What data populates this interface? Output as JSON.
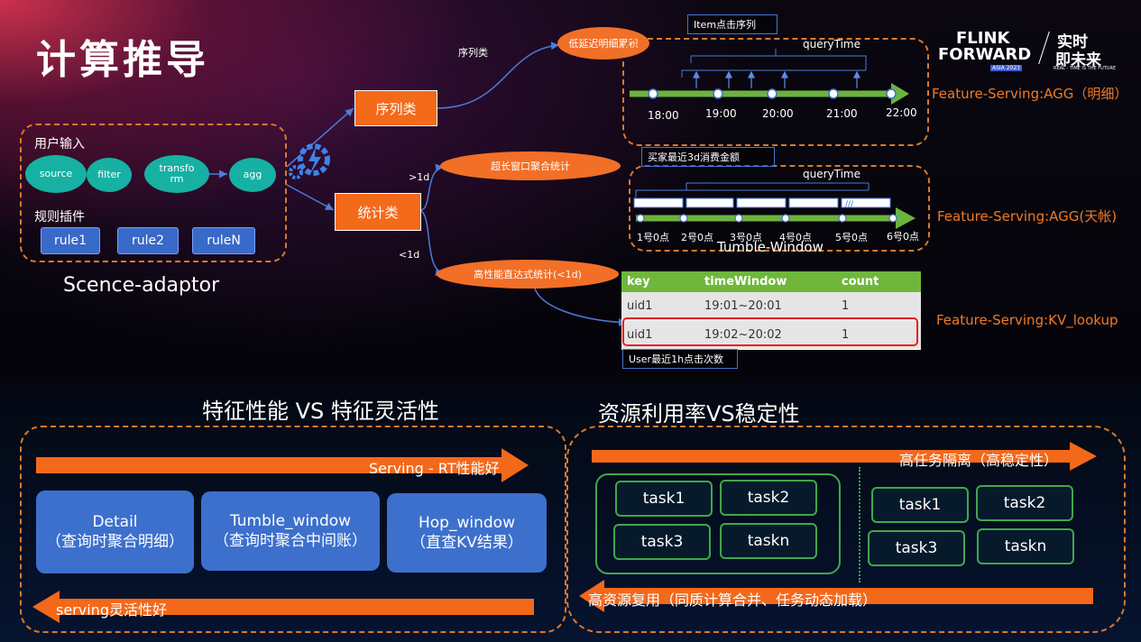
{
  "title": "计算推导",
  "logo": {
    "line1": "FLINK",
    "line2": "FORWARD",
    "asia": "ASIA 2023",
    "right1": "实时",
    "right2": "即未来",
    "tagline": "REAL - TIME IS THE FUTURE"
  },
  "adaptor": {
    "user_input": "用户输入",
    "nodes": [
      "source",
      "filter",
      "transform",
      "agg"
    ],
    "plugin_label": "规则插件",
    "rules": [
      "rule1",
      "rule2",
      "ruleN"
    ],
    "caption": "Scence-adaptor"
  },
  "branch": {
    "seq_btn": "序列类",
    "stat_btn": "统计类",
    "seq_edge": "序列类",
    "gt1d": ">1d",
    "lt1d": "<1d",
    "cloud_low": "低延迟明细累积",
    "cloud_long": "超长窗口聚合统计",
    "cloud_fast": "高性能直达式统计(<1d)"
  },
  "timeline1": {
    "box_label": "Item点击序列",
    "query": "queryTime",
    "ticks": [
      "18:00",
      "19:00",
      "20:00",
      "21:00",
      "22:00"
    ],
    "serving": "Feature-Serving:AGG（明细）"
  },
  "timeline2": {
    "box_label": "买家最近3d消费金额",
    "query": "queryTime",
    "ticks": [
      "1号0点",
      "2号0点",
      "3号0点",
      "4号0点",
      "5号0点",
      "6号0点"
    ],
    "window": "Tumble-Window",
    "serving": "Feature-Serving:AGG(天帐)"
  },
  "kv_table": {
    "headers": [
      "key",
      "timeWindow",
      "count"
    ],
    "rows": [
      [
        "uid1",
        "19:01~20:01",
        "1"
      ],
      [
        "uid1",
        "19:02~20:02",
        "1"
      ]
    ],
    "caption": "User最近1h点击次数",
    "serving": "Feature-Serving:KV_lookup"
  },
  "bottom_left": {
    "title": "特征性能 VS 特征灵活性",
    "top_arrow": "Serving - RT性能好",
    "cards": [
      {
        "l1": "Detail",
        "l2": "（查询时聚合明细）"
      },
      {
        "l1": "Tumble_window",
        "l2": "（查询时聚合中间账）"
      },
      {
        "l1": "Hop_window",
        "l2": "（直查KV结果）"
      }
    ],
    "bottom_arrow": "serving灵活性好"
  },
  "bottom_right": {
    "title": "资源利用率VS稳定性",
    "top_arrow": "高任务隔离（高稳定性）",
    "group1": [
      "task1",
      "task2",
      "task3",
      "taskn"
    ],
    "group2": [
      "task1",
      "task2",
      "task3",
      "taskn"
    ],
    "bottom_arrow": "高资源复用（同质计算合并、任务动态加载）"
  },
  "colors": {
    "orange": "#f46a1b",
    "teal": "#16b1a3",
    "blue": "#3d70cd",
    "green": "#3fa84a"
  }
}
